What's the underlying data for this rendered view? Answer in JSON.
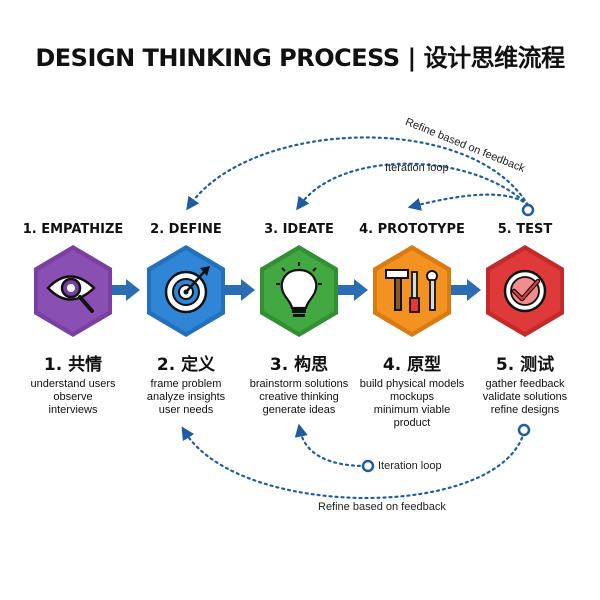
{
  "title": "DESIGN THINKING PROCESS | 设计思维流程",
  "colors": {
    "empathize": "#8a4fb2",
    "define": "#2f86d6",
    "ideate": "#42a842",
    "prototype": "#f39221",
    "test": "#e0393a",
    "arrow": "#2a6db3",
    "loop": "#1f5d9e"
  },
  "stages": [
    {
      "label": "1. EMPATHIZE",
      "zh": "1. 共情",
      "icon": "eye-magnifier-icon",
      "desc": [
        "understand users",
        "observe",
        "interviews"
      ]
    },
    {
      "label": "2. DEFINE",
      "zh": "2. 定义",
      "icon": "target-icon",
      "desc": [
        "frame problem",
        "analyze insights",
        "user needs"
      ]
    },
    {
      "label": "3. IDEATE",
      "zh": "3. 构思",
      "icon": "lightbulb-icon",
      "desc": [
        "brainstorm solutions",
        "creative thinking",
        "generate ideas"
      ]
    },
    {
      "label": "4. PROTOTYPE",
      "zh": "4. 原型",
      "icon": "tools-icon",
      "desc": [
        "build physical models",
        "mockups",
        "minimum viable",
        "product"
      ]
    },
    {
      "label": "5. TEST",
      "zh": "5. 测试",
      "icon": "checkmark-icon",
      "desc": [
        "gather feedback",
        "validate solutions",
        "refine designs"
      ]
    }
  ],
  "loops": {
    "top_outer": "Refine based on feedback",
    "top_inner": "Iteration loop",
    "bottom_inner": "Iteration loop",
    "bottom_outer": "Refine based on feedback"
  }
}
